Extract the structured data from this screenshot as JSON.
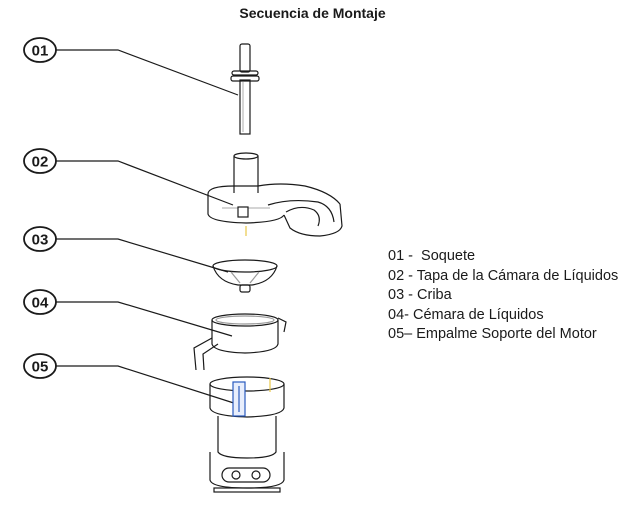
{
  "title": "Secuencia de Montaje",
  "callouts": [
    "01",
    "02",
    "03",
    "04",
    "05"
  ],
  "legend": [
    "01 -  Soquete",
    "02 - Tapa de la Cámara de Líquidos",
    "03 - Criba",
    "04- Cémara de Líquidos",
    "05– Empalme Soporte del Motor"
  ],
  "colors": {
    "line": "#1a1a1a",
    "accent_blue": "#2a5bbf",
    "accent_yellow": "#e8c84a"
  }
}
